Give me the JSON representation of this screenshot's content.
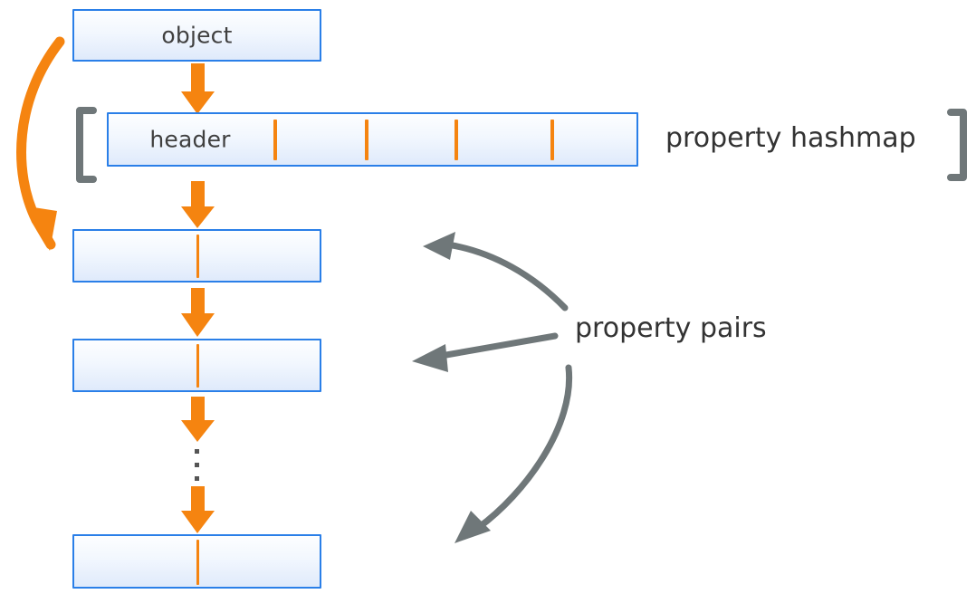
{
  "diagram": {
    "title": "object property hashmap and property pairs layout",
    "colors": {
      "box_border": "#2a7fe8",
      "box_fill_top": "#fdfeff",
      "box_fill_bottom": "#dfeafb",
      "arrow_orange": "#f58410",
      "arrow_gray": "#6f7779",
      "bracket_gray": "#6f7779",
      "text": "#333333"
    },
    "boxes": [
      {
        "id": "object",
        "label": "object"
      },
      {
        "id": "header-row",
        "label": "header"
      },
      {
        "id": "pair-1",
        "label": ""
      },
      {
        "id": "pair-2",
        "label": ""
      },
      {
        "id": "pair-last",
        "label": ""
      }
    ],
    "captions": {
      "property_hashmap": "property hashmap",
      "property_pairs": "property pairs"
    },
    "hashmap": {
      "cell_count": 5,
      "divider_positions": [
        302,
        403,
        502,
        608
      ]
    },
    "ellipsis_dots": 3
  }
}
